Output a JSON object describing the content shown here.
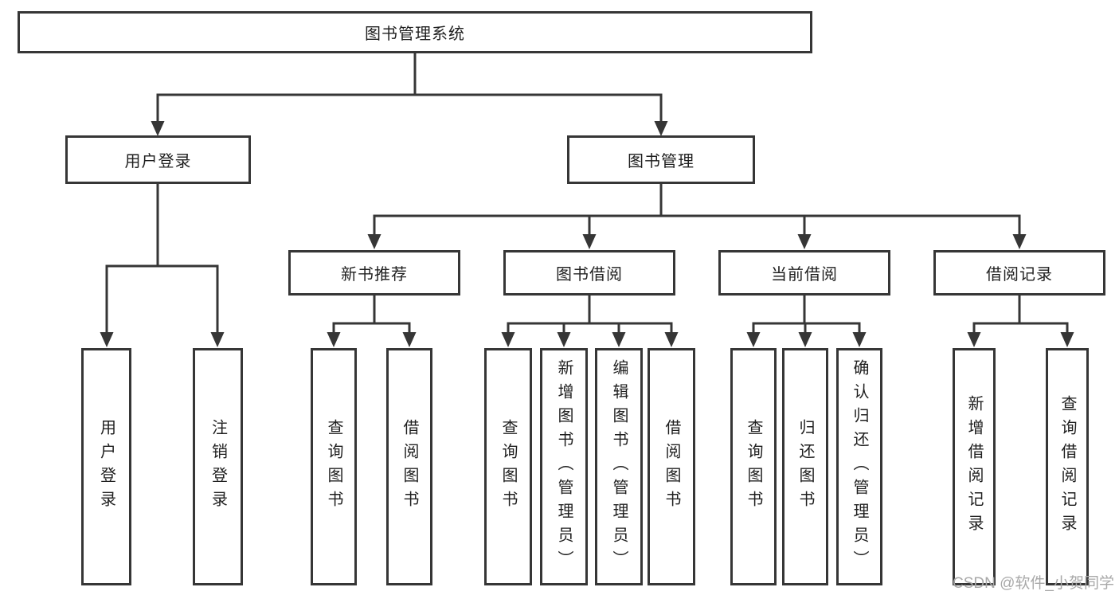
{
  "diagram_type": "tree",
  "colors": {
    "line": "#363636",
    "border": "#363636",
    "text": "#1f1f1f",
    "watermark": "#a8a8a8",
    "background": "#ffffff"
  },
  "tree": {
    "label": "图书管理系统",
    "children": [
      {
        "label": "用户登录",
        "children": [
          {
            "label": "用户登录"
          },
          {
            "label": "注销登录"
          }
        ]
      },
      {
        "label": "图书管理",
        "children": [
          {
            "label": "新书推荐",
            "children": [
              {
                "label": "查询图书"
              },
              {
                "label": "借阅图书"
              }
            ]
          },
          {
            "label": "图书借阅",
            "children": [
              {
                "label": "查询图书"
              },
              {
                "label": "新增图书（管理员）"
              },
              {
                "label": "编辑图书（管理员）"
              },
              {
                "label": "借阅图书"
              }
            ]
          },
          {
            "label": "当前借阅",
            "children": [
              {
                "label": "查询图书"
              },
              {
                "label": "归还图书"
              },
              {
                "label": "确认归还（管理员）"
              }
            ]
          },
          {
            "label": "借阅记录",
            "children": [
              {
                "label": "新增借阅记录"
              },
              {
                "label": "查询借阅记录"
              }
            ]
          }
        ]
      }
    ]
  },
  "watermark": {
    "text": "CSDN @软件_小贺同学"
  }
}
